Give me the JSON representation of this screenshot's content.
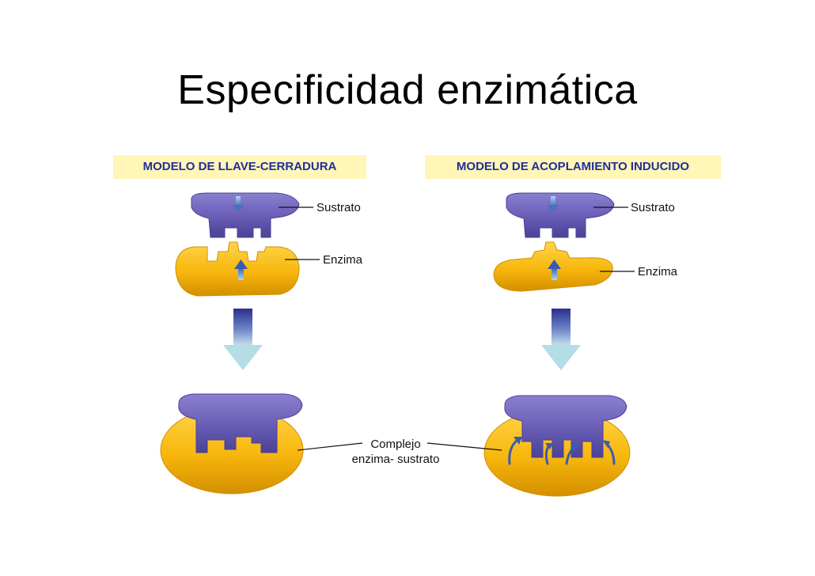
{
  "title": "Especificidad enzimática",
  "panels": {
    "left": {
      "heading": "MODELO DE LLAVE-CERRADURA",
      "substrate_label": "Sustrato",
      "enzyme_label": "Enzima"
    },
    "right": {
      "heading": "MODELO DE ACOPLAMIENTO INDUCIDO",
      "substrate_label": "Sustrato",
      "enzyme_label": "Enzima"
    }
  },
  "complex_label": {
    "line1": "Complejo",
    "line2": "enzima- sustrato"
  },
  "colors": {
    "substrate": "#6b5fb8",
    "substrate_dark": "#4b4196",
    "enzyme": "#f7b70d",
    "enzyme_dark": "#d48f00",
    "banner_bg": "#fff6b8",
    "banner_text": "#1f2e99"
  }
}
